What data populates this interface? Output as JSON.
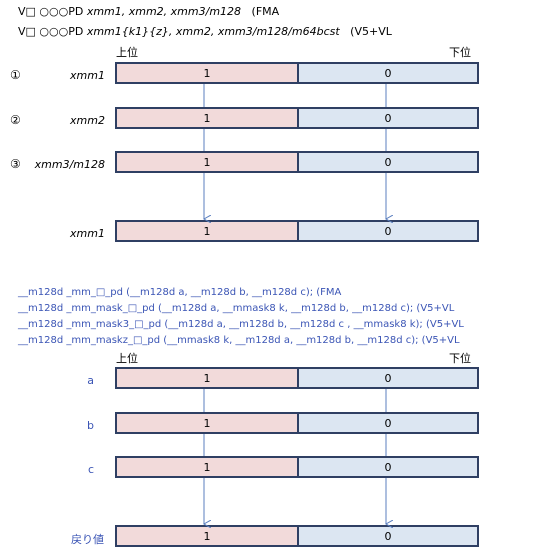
{
  "top": {
    "line1": {
      "prefix": "V□ ○○○PD",
      "ops": "xmm1, xmm2, xmm3/m128",
      "tag": "(FMA"
    },
    "line2": {
      "prefix": "V□ ○○○PD",
      "ops": "xmm1{k1}{z}, xmm2, xmm3/m128/m64bcst",
      "tag": "(V5+VL"
    },
    "high_label": "上位",
    "low_label": "下位",
    "rows": [
      {
        "marker": "①",
        "name": "xmm1",
        "hi": "1",
        "lo": "0"
      },
      {
        "marker": "②",
        "name": "xmm2",
        "hi": "1",
        "lo": "0"
      },
      {
        "marker": "③",
        "name": "xmm3/m128",
        "hi": "1",
        "lo": "0"
      },
      {
        "marker": "",
        "name": "xmm1",
        "hi": "1",
        "lo": "0"
      }
    ]
  },
  "intrinsics": [
    "__m128d  _mm_□_pd  (__m128d a, __m128d b, __m128d c);  (FMA",
    "__m128d  _mm_mask_□_pd  (__m128d a, __mmask8 k, __m128d b, __m128d c);  (V5+VL",
    "__m128d  _mm_mask3_□_pd  (__m128d a, __m128d b, __m128d c , __mmask8 k);  (V5+VL",
    "__m128d  _mm_maskz_□_pd  (__mmask8 k, __m128d a, __m128d b, __m128d c);  (V5+VL"
  ],
  "bottom": {
    "high_label": "上位",
    "low_label": "下位",
    "rows": [
      {
        "name": "a",
        "hi": "1",
        "lo": "0"
      },
      {
        "name": "b",
        "hi": "1",
        "lo": "0"
      },
      {
        "name": "c",
        "hi": "1",
        "lo": "0"
      },
      {
        "name": "戻り値",
        "hi": "1",
        "lo": "0"
      }
    ]
  },
  "colors": {
    "high_fill": "#f2dada",
    "low_fill": "#dce6f2",
    "border": "#2f3f63",
    "arrow": "#5b7fbf",
    "blue_text": "#3b55b5"
  }
}
